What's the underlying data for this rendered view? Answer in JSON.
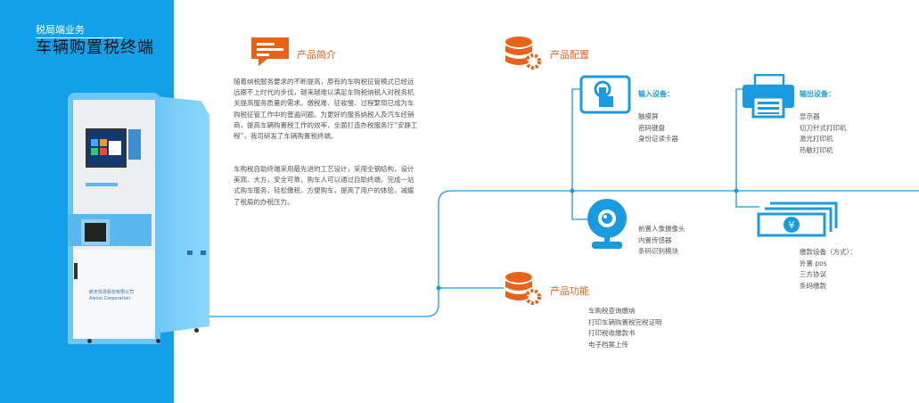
{
  "header": {
    "subtitle": "税局端业务",
    "title": "车辆购置税终端"
  },
  "kiosk": {
    "brand_cn": "航天信息股份有限公司",
    "brand_en": "Aisino Corporation"
  },
  "intro": {
    "title": "产品简介",
    "icon": "chat-document-icon",
    "paragraphs": [
      "随着纳税服务要求的不断提高，原有的车购税征管模式已经远远跟不上时代的步伐，越来越难以满足车购税纳税人对税务机关提高服务质量的需求。缴税难、征收慢、过程繁琐已成为车购税征管工作中的普遍问题。为更好的服务纳税人及汽车经销商，提高车辆购置税工作的效率，全面打造办税服务厅“安静工程”，我司研发了车辆购置税终端。",
      "车购税自助终端采用最先进的工艺设计，采用全钢结构，设计美观、大方，安全可靠，购车人可以通过自助终端，完成一站式购车服务，轻松缴税，方便购车，提高了用户的体验，减缓了税局的办税压力。"
    ]
  },
  "config": {
    "title": "产品配置",
    "icon": "database-gear-icon",
    "input": {
      "label": "输入设备：",
      "items": [
        "触摸屏",
        "密码键盘",
        "身份证读卡器"
      ]
    },
    "output": {
      "label": "输出设备：",
      "items": [
        "显示器",
        "切刀针式打印机",
        "激光打印机",
        "热敏打印机"
      ]
    },
    "camera": {
      "items": [
        "前置人像摄像头",
        "内置传感器",
        "条码识别模块"
      ]
    },
    "payment": {
      "items": [
        "缴款设备（方式）：",
        "外置 pos",
        "三方协议",
        "条码缴款"
      ]
    }
  },
  "features": {
    "title": "产品功能",
    "icon": "database-gear-icon",
    "items": [
      "车购税查询缴纳",
      "打印车辆购置税完税证明",
      "打印税收缴款书",
      "电子档案上传"
    ]
  },
  "colors": {
    "brand_blue": "#13a0e8",
    "accent_orange": "#e8621a",
    "line_blue": "#1a9be0"
  }
}
